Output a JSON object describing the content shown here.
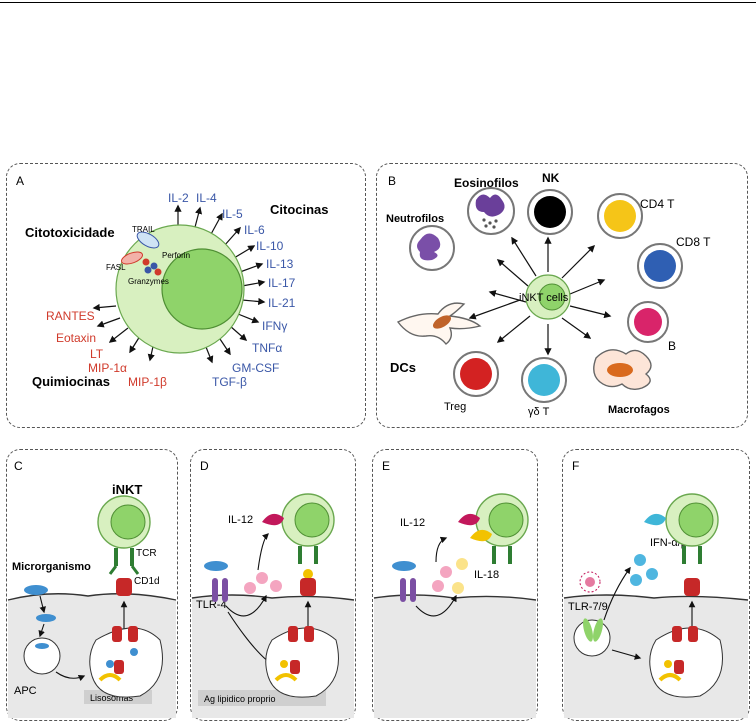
{
  "panel_a": {
    "letter": "A",
    "cytotoxicity_label": "Citotoxicidade",
    "cytokines_label": "Citocinas",
    "chemokines_label": "Quimiocinas",
    "trail": "TRAIL",
    "fasl": "FASL",
    "perforin": "Perforin",
    "granzymes": "Granzymes",
    "cytokines": [
      "IL-2",
      "IL-4",
      "IL-5",
      "IL-6",
      "IL-10",
      "IL-13",
      "IL-17",
      "IL-21",
      "IFNγ",
      "TNFα",
      "GM-CSF",
      "TGF-β"
    ],
    "chemokines": [
      "RANTES",
      "Eotaxin",
      "LT",
      "MIP-1α",
      "MIP-1β"
    ],
    "colors": {
      "cytokine": "#3a57a7",
      "chemokine": "#d03a2b",
      "cell": "#d8f0c0",
      "nucleus": "#8fd36a"
    }
  },
  "panel_b": {
    "letter": "B",
    "center": "iNKT cells",
    "cells": [
      "Eosinofilos",
      "NK",
      "CD4 T",
      "CD8 T",
      "Neutrofilos",
      "B",
      "DCs",
      "Treg",
      "γδ T",
      "Macrofagos"
    ],
    "colors": {
      "nk": "#000000",
      "cd4": "#f5c518",
      "cd8": "#2f5fb3",
      "b": "#d9246a",
      "treg": "#d32222",
      "gdt": "#3fb6d8",
      "neutro": "#7a4fa8",
      "eos": "#6a3f9a",
      "macro": "#d96a1e"
    }
  },
  "panel_c": {
    "letter": "C",
    "inkt": "iNKT",
    "tcr": "TCR",
    "microorganism": "Microrganismo",
    "cd1d": "CD1d",
    "apc": "APC",
    "lysosomes": "Lisosomas"
  },
  "panel_d": {
    "letter": "D",
    "il12": "IL-12",
    "tlr4": "TLR-4",
    "ag": "Ag lipidico proprio"
  },
  "panel_e": {
    "letter": "E",
    "il12": "IL-12",
    "il18": "IL-18"
  },
  "panel_f": {
    "letter": "F",
    "ifn": "IFN-α/β",
    "tlr79": "TLR-7/9"
  }
}
